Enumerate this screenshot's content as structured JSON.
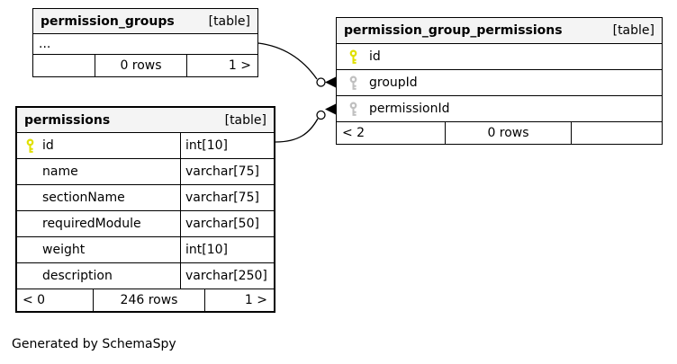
{
  "footer_note": "Generated by SchemaSpy",
  "colors": {
    "header_bg": "#f4f4f4",
    "primary_key": "#e0e000",
    "foreign_key": "#c0c0c0",
    "border": "#000000"
  },
  "tables": [
    {
      "name": "permission_groups",
      "type_label": "[table]",
      "columns": [
        {
          "name": "...",
          "type": "",
          "key": "none"
        }
      ],
      "stats": {
        "left": "",
        "center": "0 rows",
        "right": "1 >"
      }
    },
    {
      "name": "permission_group_permissions",
      "type_label": "[table]",
      "columns": [
        {
          "name": "id",
          "type": "",
          "key": "primary"
        },
        {
          "name": "groupId",
          "type": "",
          "key": "foreign"
        },
        {
          "name": "permissionId",
          "type": "",
          "key": "foreign"
        }
      ],
      "stats": {
        "left": "< 2",
        "center": "0 rows",
        "right": ""
      }
    },
    {
      "name": "permissions",
      "type_label": "[table]",
      "columns": [
        {
          "name": "id",
          "type": "int[10]",
          "key": "primary"
        },
        {
          "name": "name",
          "type": "varchar[75]",
          "key": "none"
        },
        {
          "name": "sectionName",
          "type": "varchar[75]",
          "key": "none"
        },
        {
          "name": "requiredModule",
          "type": "varchar[50]",
          "key": "none"
        },
        {
          "name": "weight",
          "type": "int[10]",
          "key": "none"
        },
        {
          "name": "description",
          "type": "varchar[250]",
          "key": "none"
        }
      ],
      "stats": {
        "left": "< 0",
        "center": "246 rows",
        "right": "1 >"
      }
    }
  ],
  "relationships": [
    {
      "from": "permission_groups",
      "to": "permission_group_permissions.groupId"
    },
    {
      "from": "permissions.id",
      "to": "permission_group_permissions.permissionId"
    }
  ]
}
